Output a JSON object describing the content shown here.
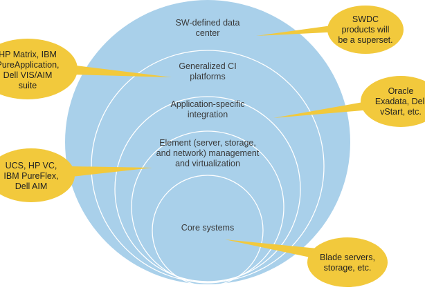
{
  "colors": {
    "circle_fill": "#a9d0ea",
    "ring_stroke": "#ffffff",
    "callout_fill": "#f2c93c"
  },
  "layers": [
    {
      "lines": [
        "SW-defined data",
        "center"
      ]
    },
    {
      "lines": [
        "Generalized CI",
        "platforms"
      ]
    },
    {
      "lines": [
        "Application-specific",
        "integration"
      ]
    },
    {
      "lines": [
        "Element (server, storage,",
        "and network) management",
        "and virtualization"
      ]
    },
    {
      "lines": [
        "Core systems"
      ]
    }
  ],
  "callouts": [
    {
      "lines": [
        "SWDC",
        "products will",
        "be a superset."
      ]
    },
    {
      "lines": [
        "HP Matrix, IBM",
        "PureApplication,",
        "Dell VIS/AIM",
        "suite"
      ]
    },
    {
      "lines": [
        "Oracle",
        "Exadata, Dell",
        "vStart, etc."
      ]
    },
    {
      "lines": [
        "UCS, HP VC,",
        "IBM PureFlex,",
        "Dell AIM"
      ]
    },
    {
      "lines": [
        "Blade servers,",
        "storage, etc."
      ]
    }
  ]
}
